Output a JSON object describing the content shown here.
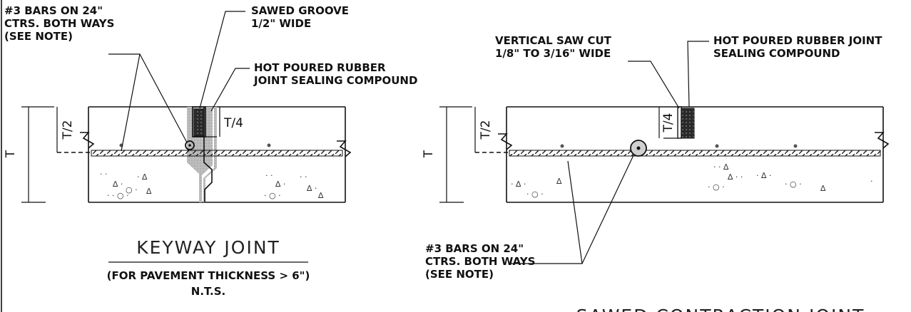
{
  "keyway": {
    "bars_note": [
      "#3 BARS ON 24\"",
      "CTRS. BOTH WAYS",
      "(SEE NOTE)"
    ],
    "groove_note": [
      "SAWED GROOVE",
      "1/2\" WIDE"
    ],
    "sealant_note": [
      "HOT POURED RUBBER",
      "JOINT SEALING COMPOUND"
    ],
    "dim_half": "T/2",
    "dim_quarter": "T/4",
    "dim_thickness": "T",
    "title": "KEYWAY JOINT",
    "subtitle": "(FOR PAVEMENT THICKNESS > 6\")",
    "scale": "N.T.S."
  },
  "sawed": {
    "cut_note": [
      "VERTICAL SAW CUT",
      "1/8\" TO 3/16\" WIDE"
    ],
    "sealant_note": [
      "HOT POURED RUBBER JOINT",
      "SEALING COMPOUND"
    ],
    "bars_note": [
      "#3 BARS ON 24\"",
      "CTRS. BOTH WAYS",
      "(SEE NOTE)"
    ],
    "dim_half": "T/2",
    "dim_quarter": "T/4",
    "dim_thickness": "T",
    "title": "SAWED CONTRACTION JOINT"
  }
}
